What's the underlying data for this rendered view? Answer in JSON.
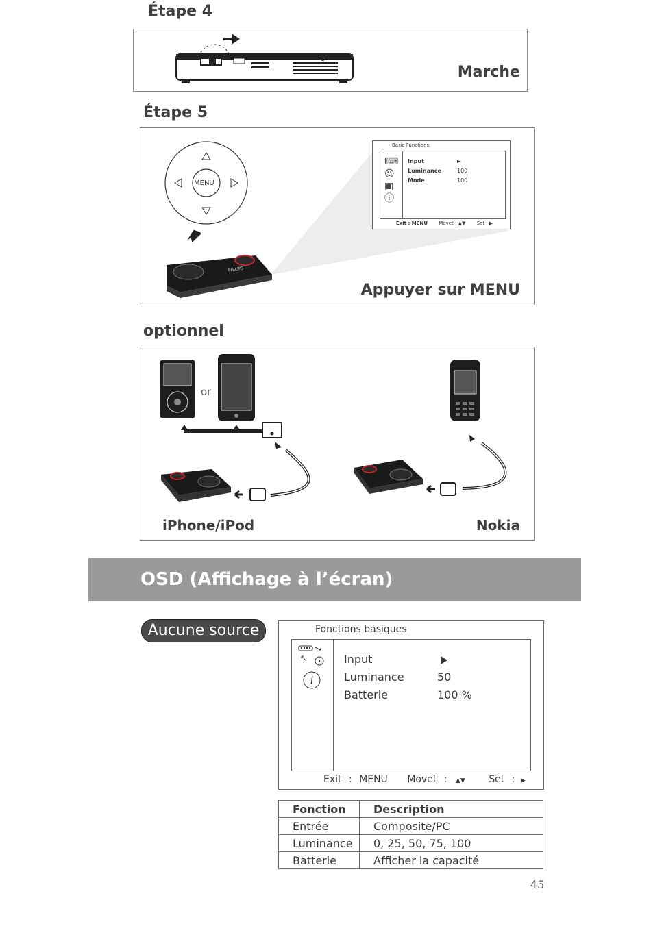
{
  "step4": {
    "title": "Étape 4",
    "caption": "Marche"
  },
  "step5": {
    "title": "Étape 5",
    "caption": "Appuyer sur MENU",
    "dpad_center": "MENU",
    "mini_osd": {
      "title": "Basic Functions",
      "items": [
        {
          "label": "Input",
          "value": "►"
        },
        {
          "label": "Luminance",
          "value": "100"
        },
        {
          "label": "Mode",
          "value": "100"
        }
      ],
      "footer": {
        "exit": "Exit : MENU",
        "move": "Movet :",
        "set": "Set :"
      }
    }
  },
  "optional": {
    "title": "optionnel",
    "or_label": "or",
    "left_caption": "iPhone/iPod",
    "right_caption": "Nokia",
    "brand_label": "PHILIPS"
  },
  "osd_section": {
    "title": "OSD (Affichage à l’écran)"
  },
  "no_source": {
    "label": "Aucune source"
  },
  "osd": {
    "title": "Fonctions basiques",
    "items": [
      {
        "label": "Input",
        "value": ""
      },
      {
        "label": "Luminance",
        "value": "50"
      },
      {
        "label": "Batterie",
        "value": "100 %"
      }
    ],
    "footer": {
      "exit_label": "Exit",
      "exit_sep": ":",
      "exit_key": "MENU",
      "move_label": "Movet",
      "move_sep": ":",
      "set_label": "Set",
      "set_sep": ":"
    }
  },
  "table": {
    "headers": [
      "Fonction",
      "Description"
    ],
    "rows": [
      [
        "Entrée",
        "Composite/PC"
      ],
      [
        "Luminance",
        "0, 25, 50, 75, 100"
      ],
      [
        "Batterie",
        "Afficher la capacité"
      ]
    ]
  },
  "page_number": "45"
}
